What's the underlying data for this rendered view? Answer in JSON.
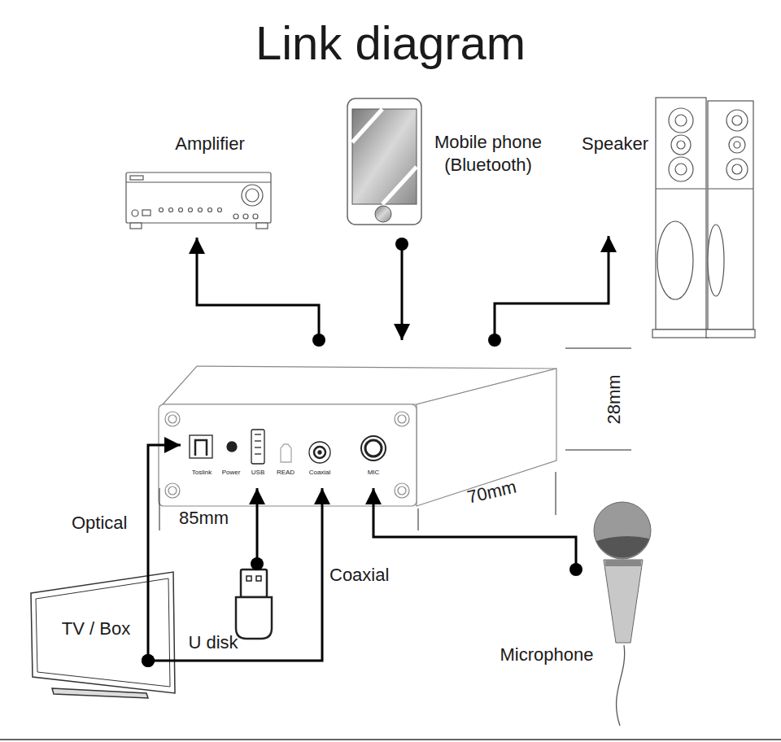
{
  "diagram": {
    "title": "Link diagram",
    "nodes": [
      {
        "text": [
          "Amplifier"
        ]
      },
      {
        "text": [
          "Mobile phone (Bluetooth)"
        ]
      },
      {
        "text": [
          "Speaker"
        ]
      },
      {
        "text": [
          "Toslink",
          "Power",
          "USB",
          "READ",
          "Coaxial",
          "MIC"
        ]
      },
      {
        "text": [
          "TV / Box"
        ]
      },
      {
        "text": [
          "U disk"
        ]
      },
      {
        "text": [
          "Microphone"
        ]
      }
    ],
    "edges": [
      {
        "from": 3,
        "to": 0,
        "arrow": "to"
      },
      {
        "from": 1,
        "to": 3,
        "arrow": "to"
      },
      {
        "from": 3,
        "to": 2,
        "arrow": "to"
      },
      {
        "from": 4,
        "to": 3,
        "label": "Optical",
        "arrow": "to"
      },
      {
        "from": 4,
        "to": 3,
        "label": "Coaxial",
        "arrow": "to"
      },
      {
        "from": 5,
        "to": 3,
        "arrow": "to"
      },
      {
        "from": 6,
        "to": 3,
        "arrow": "to"
      }
    ],
    "labels": [
      "85mm",
      "70mm",
      "28mm"
    ]
  }
}
